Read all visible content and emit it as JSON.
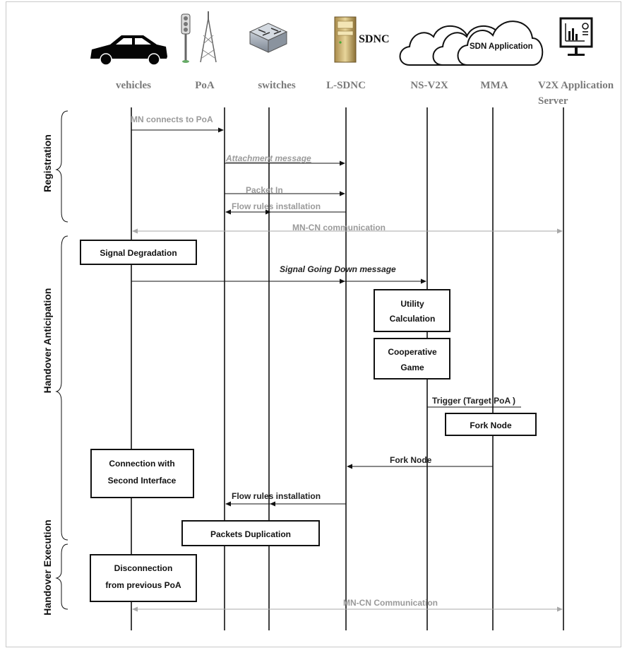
{
  "entities": [
    {
      "id": "vehicles",
      "label": "vehicles",
      "icon": "car-icon"
    },
    {
      "id": "poa",
      "label": "PoA",
      "icon": "radio-tower-icon"
    },
    {
      "id": "switches",
      "label": "switches",
      "icon": "network-switch-icon"
    },
    {
      "id": "lsdnc",
      "label": "L-SDNC",
      "icon": "server-icon"
    },
    {
      "id": "nsv2x",
      "label": "NS-V2X",
      "icon": "cloud-icon"
    },
    {
      "id": "mma",
      "label": "MMA",
      "icon": "cloud-icon"
    },
    {
      "id": "app",
      "label": "V2X Application Server",
      "icon": "monitor-chart-icon"
    }
  ],
  "icon_labels": {
    "sdnc": "SDNC",
    "sdn_application": "SDN Application"
  },
  "phases": {
    "registration": "Registration",
    "anticipation": "Handover Anticipation",
    "execution": "Handover Execution"
  },
  "messages": {
    "mn_connects": "MN connects to PoA",
    "attachment": "Attachment message",
    "packet_in": "Packet In",
    "flow_rules_1": "Flow rules installation",
    "mncn_1": "MN-CN communication",
    "signal_going_down": "Signal Going Down message",
    "trigger": "Trigger (Target PoA )",
    "fork_node_msg": "Fork Node",
    "flow_rules_2": "Flow rules installation",
    "mncn_2": "MN-CN Communication"
  },
  "boxes": {
    "signal_degradation": "Signal Degradation",
    "utility_1": "Utility",
    "utility_2": "Calculation",
    "cooperative_1": "Cooperative",
    "cooperative_2": "Game",
    "fork_node_box": "Fork Node",
    "connection_1": "Connection with",
    "connection_2": "Second Interface",
    "packets_duplication": "Packets Duplication",
    "disconnection_1": "Disconnection",
    "disconnection_2": "from previous PoA"
  },
  "colors": {
    "grey_arrow": "#a8a8a8",
    "black": "#111111",
    "header_text": "#7a7a7a"
  }
}
